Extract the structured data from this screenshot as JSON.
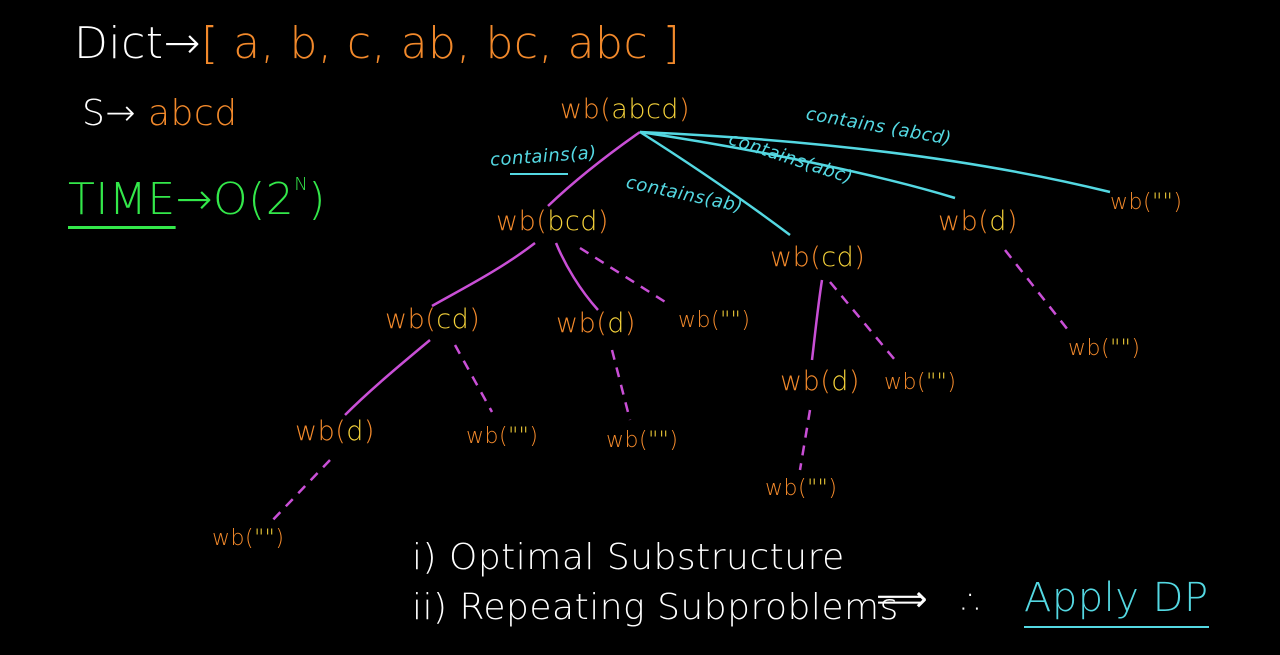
{
  "dict": {
    "label": "Dict",
    "arrow": "→",
    "list_text": "[ a, b, c, ab, bc, abc ]"
  },
  "s": {
    "label": "S",
    "arrow": "→",
    "value": "abcd"
  },
  "time": {
    "label": "TIME",
    "arrow": "→",
    "complexity": "O(2",
    "exponent": "N",
    "close": ")"
  },
  "tree": {
    "fn": "wb",
    "nodes": {
      "root": "abcd",
      "bcd": "bcd",
      "cd_right": "cd",
      "d_right": "d",
      "empty_root": "\"\"",
      "cd_left": "cd",
      "d_mid": "d",
      "empty_bcd": "\"\"",
      "d_cdright": "d",
      "empty_cdright": "\"\"",
      "empty_dright": "\"\"",
      "d_left": "d",
      "empty_cdleft": "\"\"",
      "empty_dmid": "\"\"",
      "empty_dcdright": "\"\"",
      "empty_dleft": "\"\""
    },
    "edge_labels": {
      "a": "contains(a)",
      "ab": "contains(ab)",
      "abc": "contains(abc)",
      "abcd": "contains (abcd)"
    }
  },
  "properties": {
    "p1": "i) Optimal Substructure",
    "p2": "ii) Repeating Subproblems",
    "implies": "⟹",
    "therefore": "∴",
    "conclusion": "Apply DP"
  },
  "colors": {
    "background": "#000000",
    "text": "#ffffff",
    "node": "#f2892b",
    "arg": "#f5d23a",
    "green": "#33e84a",
    "cyan": "#54d8e2",
    "magenta": "#c94fd6"
  }
}
